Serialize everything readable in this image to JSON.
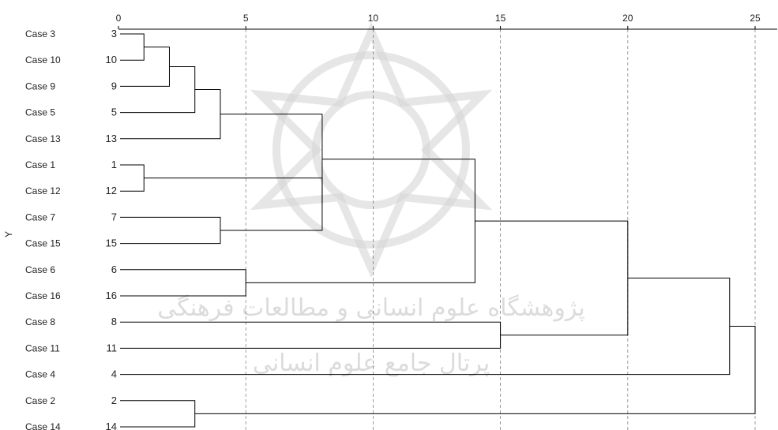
{
  "chart_data": {
    "type": "dendrogram",
    "xlabel": "",
    "ylabel": "Y",
    "xlim": [
      0,
      25
    ],
    "x_ticks": [
      0,
      5,
      10,
      15,
      20,
      25
    ],
    "grid": true,
    "leaves": [
      {
        "case": "Case 3",
        "id": "3"
      },
      {
        "case": "Case 10",
        "id": "10"
      },
      {
        "case": "Case 9",
        "id": "9"
      },
      {
        "case": "Case 5",
        "id": "5"
      },
      {
        "case": "Case 13",
        "id": "13"
      },
      {
        "case": "Case 1",
        "id": "1"
      },
      {
        "case": "Case 12",
        "id": "12"
      },
      {
        "case": "Case 7",
        "id": "7"
      },
      {
        "case": "Case 15",
        "id": "15"
      },
      {
        "case": "Case 6",
        "id": "6"
      },
      {
        "case": "Case 16",
        "id": "16"
      },
      {
        "case": "Case 8",
        "id": "8"
      },
      {
        "case": "Case 11",
        "id": "11"
      },
      {
        "case": "Case 4",
        "id": "4"
      },
      {
        "case": "Case 2",
        "id": "2"
      },
      {
        "case": "Case 14",
        "id": "14"
      }
    ],
    "merges": [
      {
        "a": "L0",
        "b": "L1",
        "height": 1
      },
      {
        "a": "L5",
        "b": "L6",
        "height": 1
      },
      {
        "a": "M0",
        "b": "L2",
        "height": 2
      },
      {
        "a": "M2",
        "b": "L3",
        "height": 3
      },
      {
        "a": "L2",
        "b": "L1",
        "height": 0,
        "skip": true
      },
      {
        "a": "M3",
        "b": "L4",
        "height": 4
      },
      {
        "a": "L7",
        "b": "L8",
        "height": 4
      },
      {
        "a": "L14",
        "b": "L15",
        "height": 3
      },
      {
        "a": "M1",
        "b": "M6",
        "height": 8
      },
      {
        "a": "M5",
        "b": "M8",
        "height": 8
      },
      {
        "a": "L9",
        "b": "L10",
        "height": 5
      },
      {
        "a": "M9",
        "b": "M10",
        "height": 14
      },
      {
        "a": "L11",
        "b": "L12",
        "height": 15
      },
      {
        "a": "M11",
        "b": "M12",
        "height": 20
      },
      {
        "a": "M13",
        "b": "L13",
        "height": 24
      },
      {
        "a": "M14",
        "b": "M7",
        "height": 25
      }
    ]
  },
  "watermark": {
    "line1": "پژوهشگاه علوم انسانی و مطالعات فرهنگی",
    "line2": "پرتال جامع علوم انسانی"
  }
}
